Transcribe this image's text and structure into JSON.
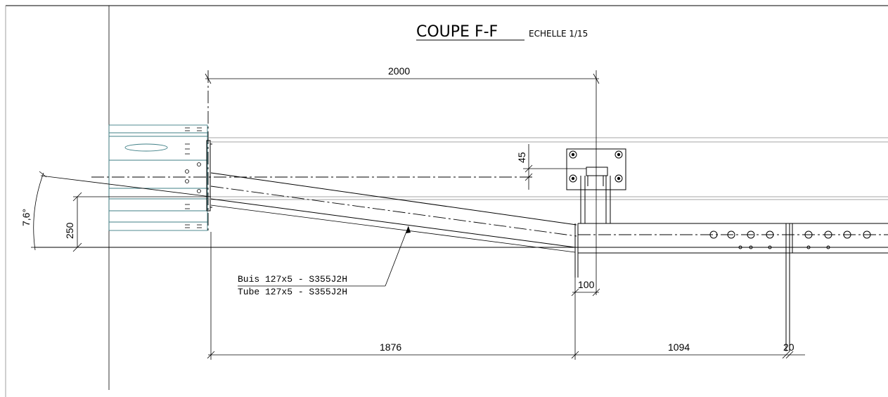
{
  "drawing": {
    "title": "COUPE F-F",
    "scale": "ECHELLE 1/15",
    "angle_label": "7,6°",
    "dimensions": {
      "top_span": "2000",
      "offset_45": "45",
      "height_250": "250",
      "gap_100": "100",
      "bottom_1876": "1876",
      "bottom_1094": "1094",
      "bottom_20": "20"
    },
    "note": {
      "line1": "Buis 127x5 - S355J2H",
      "line2": "Tube 127x5 - S355J2H"
    }
  }
}
